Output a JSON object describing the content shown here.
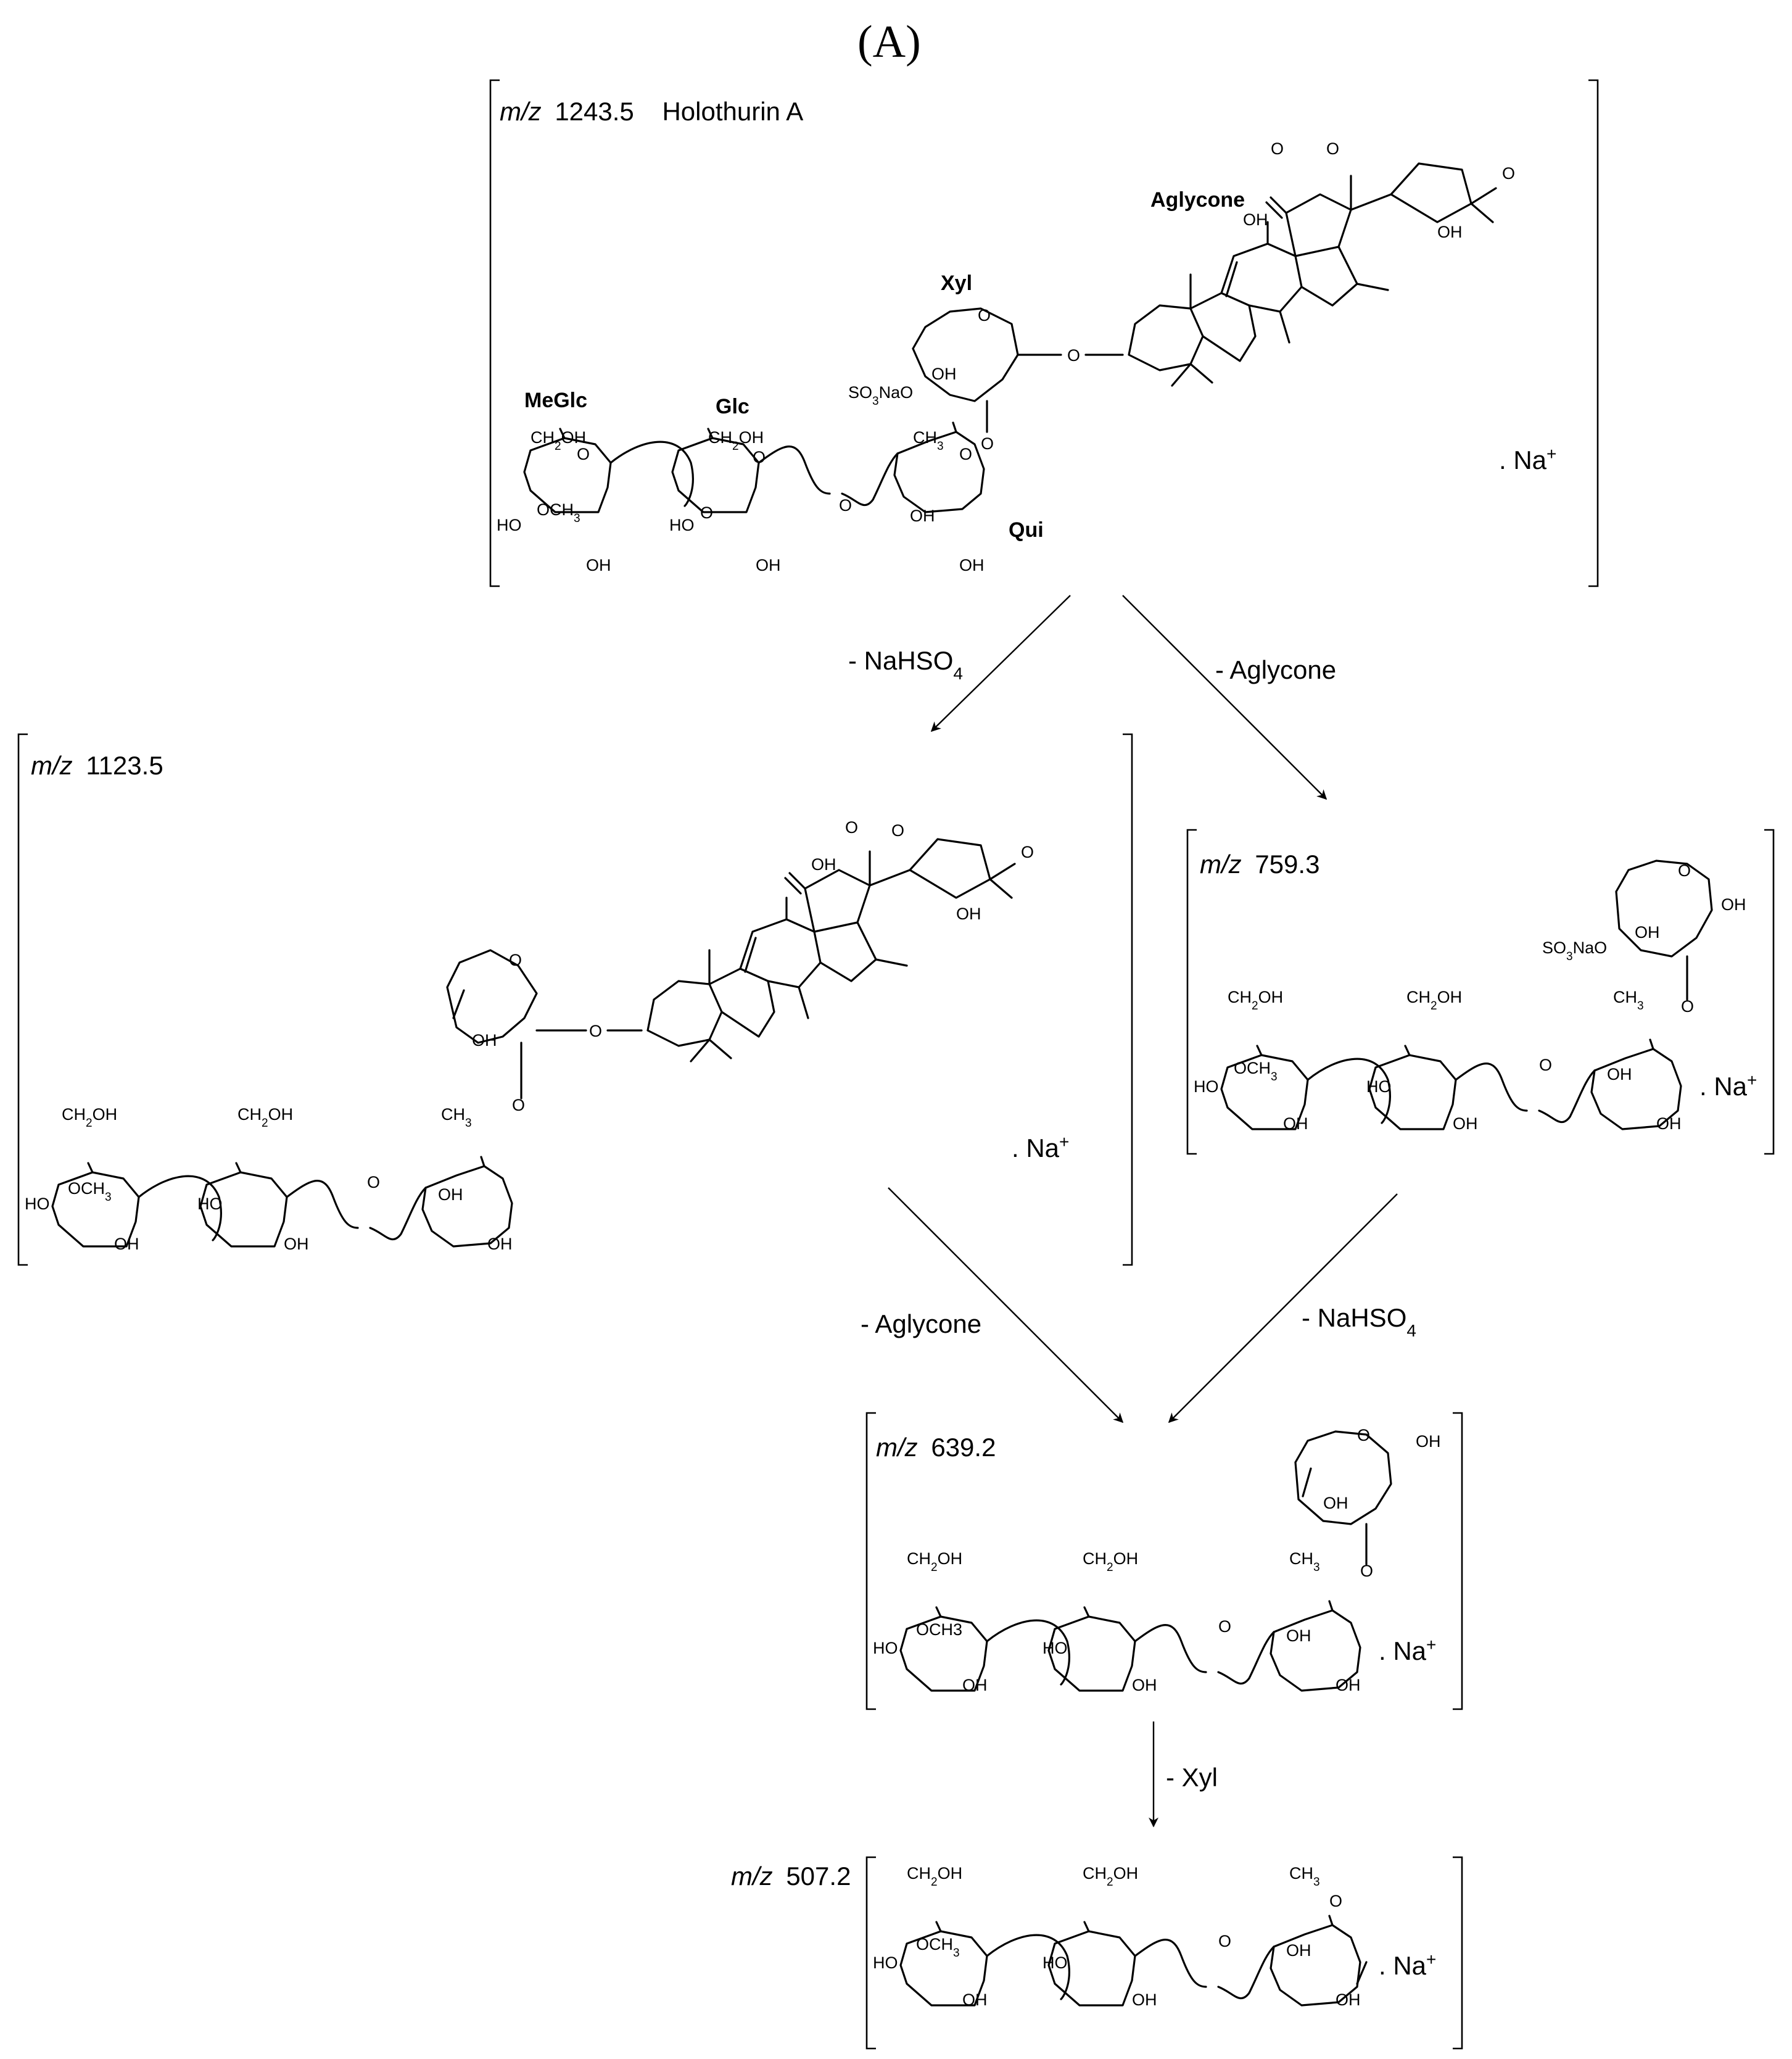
{
  "figure": {
    "panel_label": "(A)",
    "precursor": {
      "mz_prefix": "m/z",
      "mz": "1243.5",
      "name": "Holothurin A"
    },
    "fragments": [
      {
        "id": "f1123",
        "mz_prefix": "m/z",
        "mz": "1123.5"
      },
      {
        "id": "f759",
        "mz_prefix": "m/z",
        "mz": "759.3"
      },
      {
        "id": "f639",
        "mz_prefix": "m/z",
        "mz": "639.2"
      },
      {
        "id": "f507",
        "mz_prefix": "m/z",
        "mz": "507.2"
      }
    ],
    "losses": {
      "nahso4_a": "- NaHSO",
      "nahso4_b": "- NaHSO",
      "nahso4_sub": "4",
      "aglycone_a": "- Aglycone",
      "aglycone_b": "- Aglycone",
      "xyl": "- Xyl"
    },
    "residue_names": {
      "aglycone": "Aglycone",
      "xyl": "Xyl",
      "meglc": "MeGlc",
      "glc": "Glc",
      "qui": "Qui"
    },
    "adduct": {
      "dot": ". Na",
      "sup": "+"
    },
    "atoms": {
      "oh": "OH",
      "ho": "HO",
      "o": "O",
      "ch2oh_pre": "CH",
      "ch2oh_sub": "2",
      "ch2oh_post": "OH",
      "ch3_pre": "CH",
      "ch3_sub": "3",
      "och3_pre": "OCH",
      "och3_sub": "3",
      "och3_plain": "OCH3",
      "so3na_pre": "SO",
      "so3na_sub": "3",
      "so3na_post": "NaO"
    }
  }
}
